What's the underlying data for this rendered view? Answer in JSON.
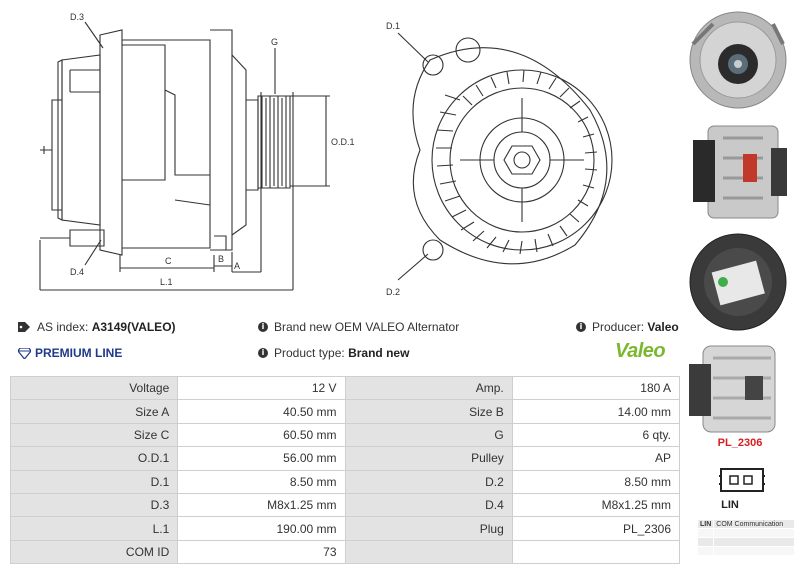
{
  "drawing_labels": {
    "d3": "D.3",
    "d4": "D.4",
    "g": "G",
    "od1": "O.D.1",
    "c": "C",
    "b": "B",
    "a": "A",
    "l1": "L.1",
    "d1": "D.1",
    "d2": "D.2"
  },
  "info": {
    "as_index_label": "AS index:",
    "as_index_value": "A3149(VALEO)",
    "description": "Brand new OEM VALEO Alternator",
    "producer_label": "Producer:",
    "producer_value": "Valeo",
    "premium_line": "PREMIUM LINE",
    "product_type_label": "Product type:",
    "product_type_value": "Brand new",
    "brand_logo": "Valeo"
  },
  "specs": [
    [
      "Voltage",
      "12 V",
      "Amp.",
      "180 A"
    ],
    [
      "Size A",
      "40.50 mm",
      "Size B",
      "14.00 mm"
    ],
    [
      "Size C",
      "60.50 mm",
      "G",
      "6 qty."
    ],
    [
      "O.D.1",
      "56.00 mm",
      "Pulley",
      "AP"
    ],
    [
      "D.1",
      "8.50 mm",
      "D.2",
      "8.50 mm"
    ],
    [
      "D.3",
      "M8x1.25 mm",
      "D.4",
      "M8x1.25 mm"
    ],
    [
      "L.1",
      "190.00 mm",
      "Plug",
      "PL_2306"
    ],
    [
      "COM ID",
      "73",
      "",
      ""
    ]
  ],
  "plug": {
    "name": "PL_2306",
    "label": "LIN",
    "pins": [
      [
        "LIN",
        "COM Communication"
      ],
      [
        "",
        ""
      ],
      [
        "",
        ""
      ],
      [
        "",
        ""
      ]
    ]
  },
  "colors": {
    "brand_green": "#7cb82f",
    "premium_blue": "#1f3a8a",
    "plug_red": "#d81e1e",
    "label_cell_bg": "#e3e3e3"
  },
  "icons": {
    "as_index": "tag-icon",
    "premium": "diamond-icon",
    "info": "info-icon"
  }
}
